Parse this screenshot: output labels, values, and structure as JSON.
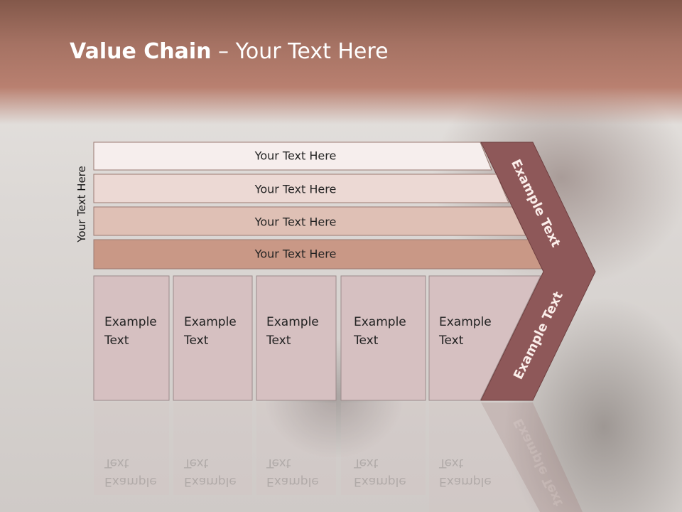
{
  "slide": {
    "title_bold": "Value Chain",
    "title_rest": " – Your Text Here",
    "side_label": "Your Text Here",
    "rows": [
      {
        "label": "Your Text Here"
      },
      {
        "label": "Your Text Here"
      },
      {
        "label": "Your Text Here"
      },
      {
        "label": "Your Text Here"
      }
    ],
    "boxes": [
      {
        "line1": "Example",
        "line2": "Text"
      },
      {
        "line1": "Example",
        "line2": "Text"
      },
      {
        "line1": "Example",
        "line2": "Text"
      },
      {
        "line1": "Example",
        "line2": "Text"
      },
      {
        "line1": "Example",
        "line2": "Text"
      }
    ],
    "chevron_upper": "Example Text",
    "chevron_lower": "Example Text"
  },
  "colors": {
    "header": "#a57263",
    "row1": "#f6eeed",
    "row2": "#ecd9d4",
    "row3": "#dfc0b5",
    "row4": "#c99886",
    "box": "#d6c0c1",
    "chevron": "#8e5859"
  }
}
